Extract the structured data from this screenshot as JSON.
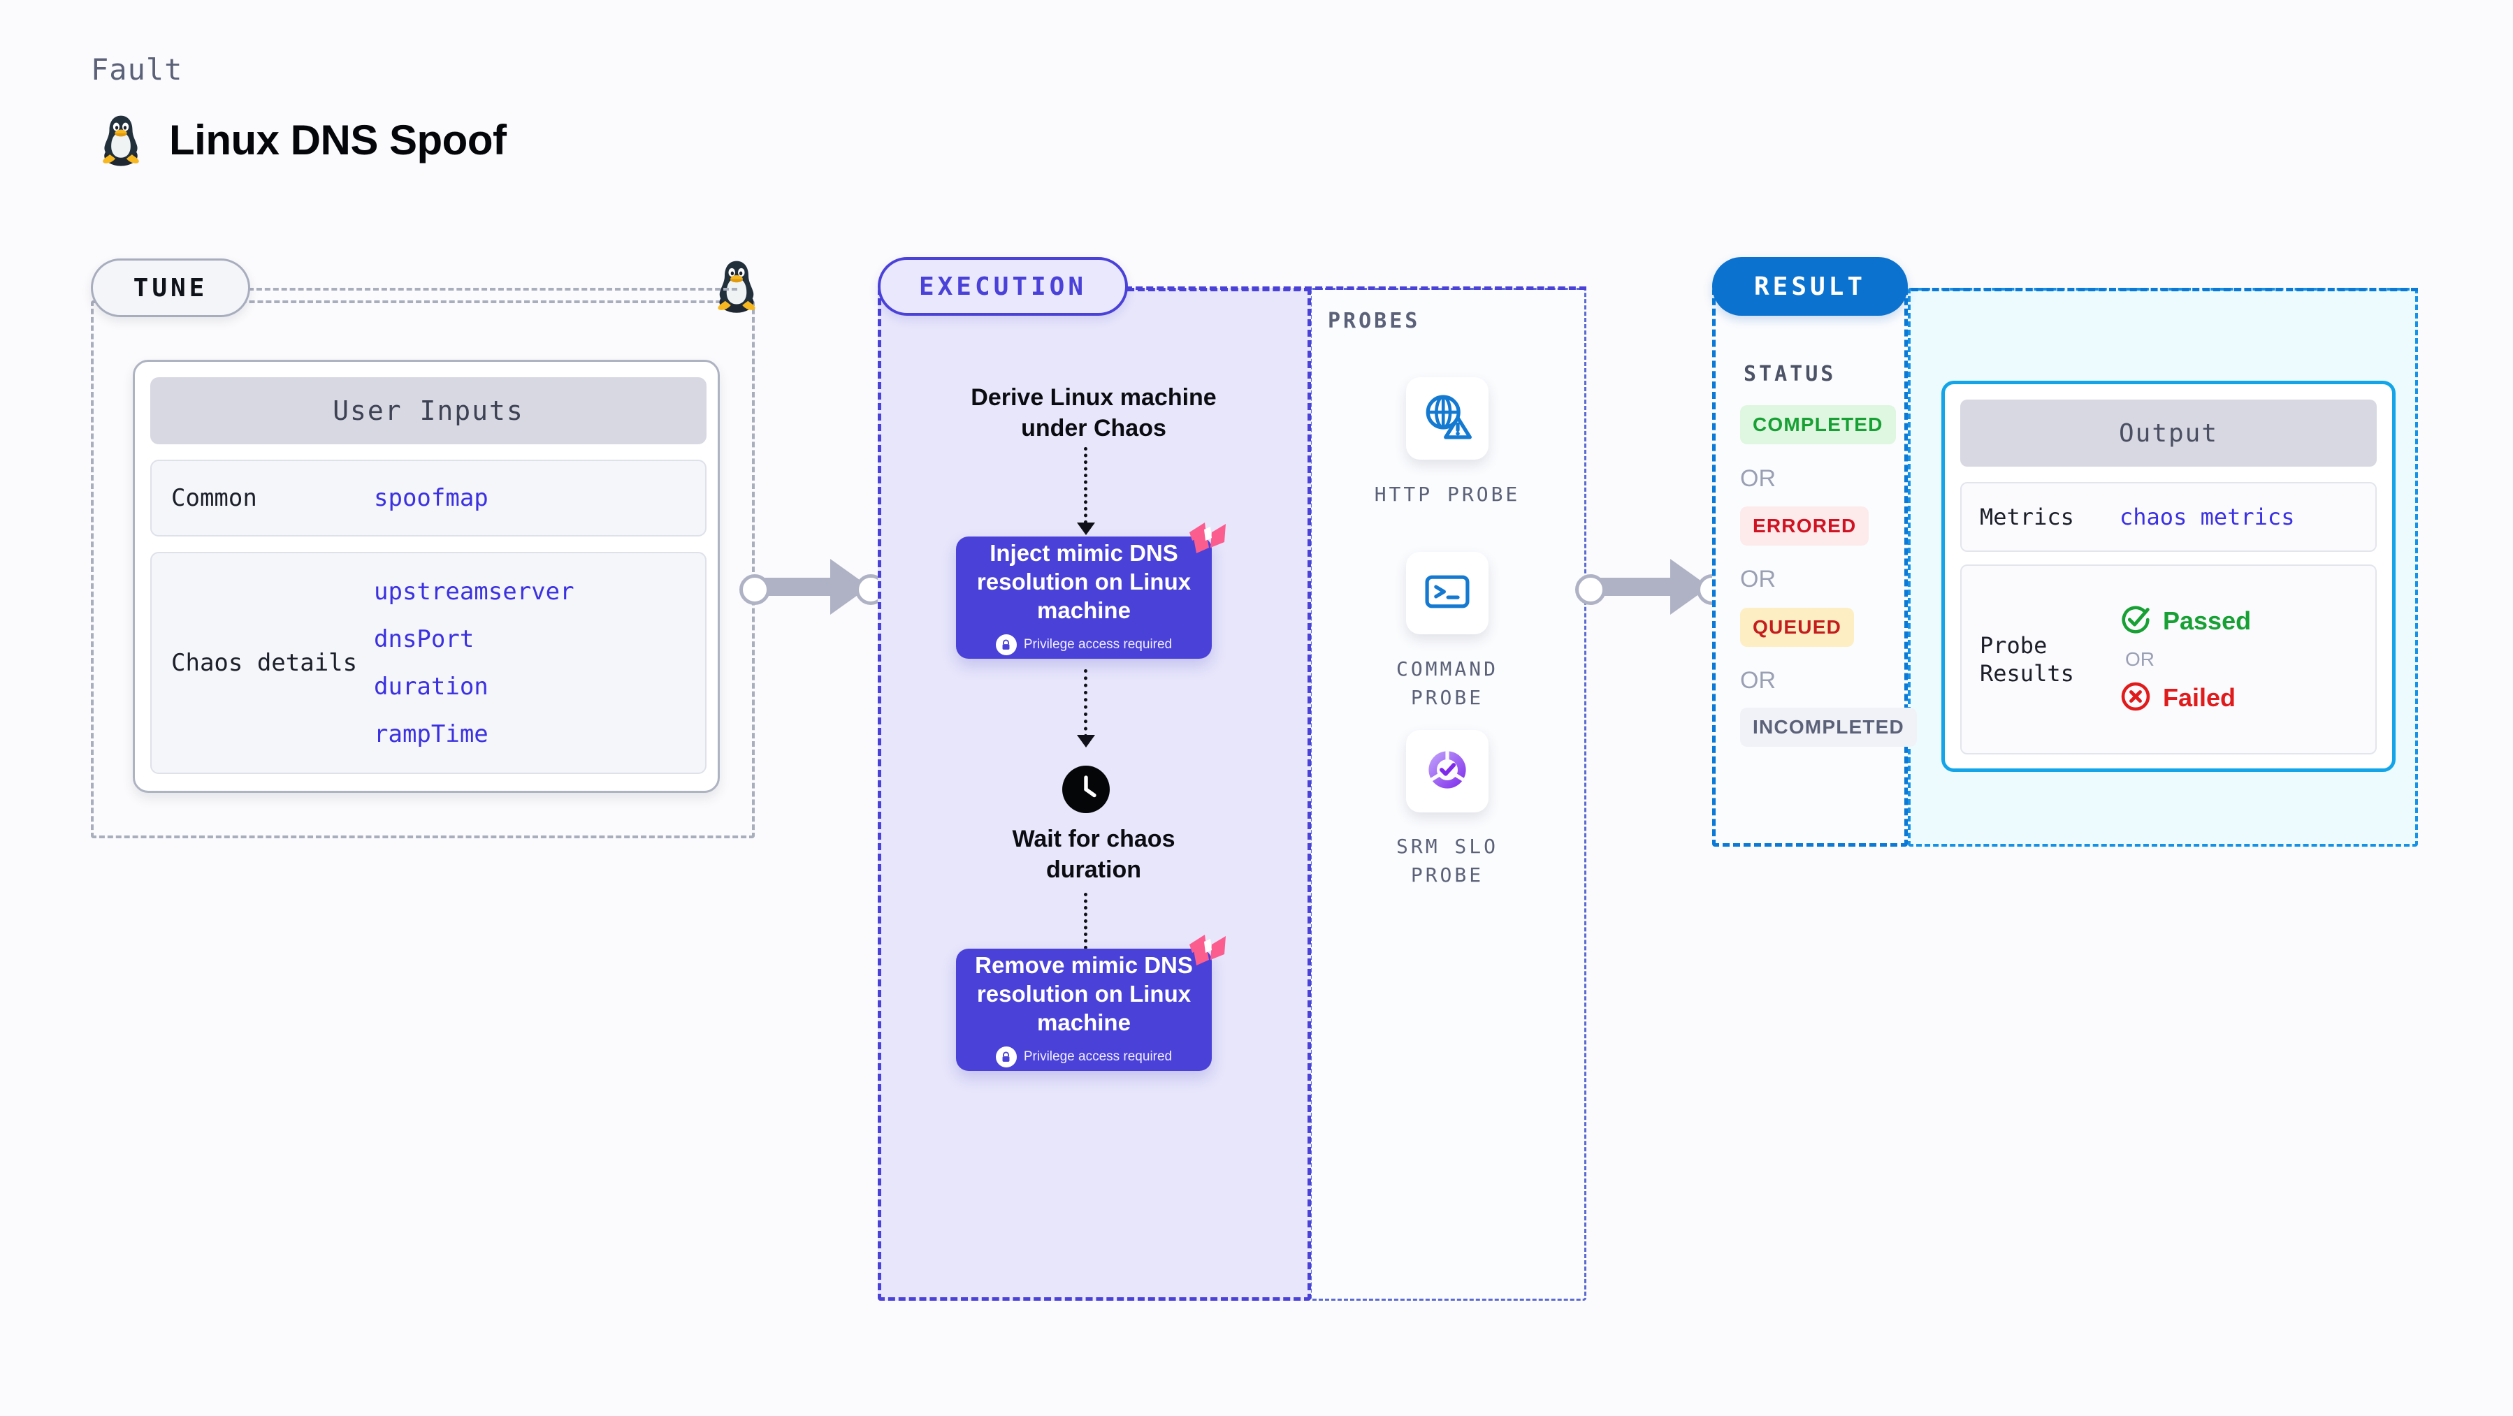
{
  "header": {
    "eyebrow": "Fault",
    "title": "Linux DNS Spoof",
    "icon": "linux-penguin-icon"
  },
  "tune": {
    "pill_label": "TUNE",
    "badge_icon": "linux-penguin-icon",
    "card": {
      "title": "User Inputs",
      "rows": [
        {
          "label": "Common",
          "values": [
            "spoofmap"
          ]
        },
        {
          "label": "Chaos details",
          "values": [
            "upstreamserver",
            "dnsPort",
            "duration",
            "rampTime"
          ]
        }
      ]
    }
  },
  "execution": {
    "pill_label": "EXECUTION",
    "steps": [
      {
        "type": "text",
        "label": "Derive Linux machine\nunder Chaos"
      },
      {
        "type": "node",
        "label": "Inject mimic DNS resolution on Linux machine",
        "note": "Privilege access required",
        "note_icon": "lock-icon",
        "badge_icon": "harness-logo-icon"
      },
      {
        "type": "wait",
        "label": "Wait for chaos\nduration",
        "icon": "clock-icon"
      },
      {
        "type": "node",
        "label": "Remove mimic DNS resolution on Linux machine",
        "note": "Privilege access required",
        "note_icon": "lock-icon",
        "badge_icon": "harness-logo-icon"
      }
    ]
  },
  "probes": {
    "label": "PROBES",
    "items": [
      {
        "caption": "HTTP PROBE",
        "icon": "globe-warning-icon"
      },
      {
        "caption": "COMMAND\nPROBE",
        "icon": "terminal-icon"
      },
      {
        "caption": "SRM SLO\nPROBE",
        "icon": "slo-donut-check-icon"
      }
    ]
  },
  "result": {
    "pill_label": "RESULT",
    "status_label": "STATUS",
    "or_label": "OR",
    "statuses": [
      {
        "label": "COMPLETED",
        "fg": "#17a034",
        "bg": "#dff6e0"
      },
      {
        "label": "ERRORED",
        "fg": "#cf1322",
        "bg": "#fdeaea"
      },
      {
        "label": "QUEUED",
        "fg": "#c41d1d",
        "bg": "#fdeec4"
      },
      {
        "label": "INCOMPLETED",
        "fg": "#5b6178",
        "bg": "#f1f2f7"
      }
    ],
    "output": {
      "title": "Output",
      "metrics_label": "Metrics",
      "metrics_value": "chaos metrics",
      "probe_results_label": "Probe\nResults",
      "passed_label": "Passed",
      "failed_label": "Failed",
      "or_label": "OR",
      "passed_icon": "check-circle-icon",
      "failed_icon": "x-circle-icon"
    }
  },
  "colors": {
    "purple": "#4a41d8",
    "purple_panel_bg": "#e7e6fb",
    "blue": "#0b72cf",
    "cyan": "#13a5e8",
    "cyan_panel_bg": "#edfbff",
    "grey_dash": "#a9aebd",
    "link": "#3b31e0",
    "pink": "#fb5d8f"
  }
}
